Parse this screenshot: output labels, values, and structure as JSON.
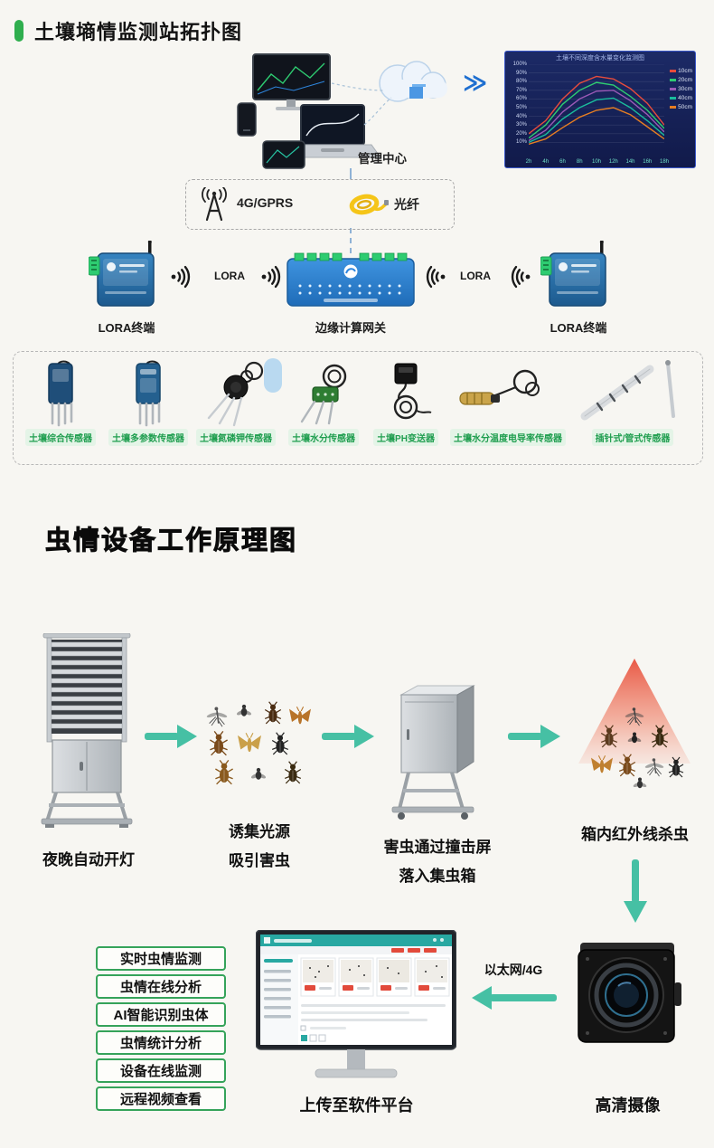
{
  "section1": {
    "title": "土壤墒情监测站拓扑图",
    "management_label": "管理中心",
    "chevron": "≫",
    "link_4g": "4G/GPRS",
    "link_fiber": "光纤",
    "lora_left_label": "LORA终端",
    "lora_right_label": "LORA终端",
    "gateway_label": "边缘计算网关",
    "lora_wave_left": "LORA",
    "lora_wave_right": "LORA",
    "sensors": [
      "土壤综合传感器",
      "土壤多参数传感器",
      "土壤氮磷钾传感器",
      "土壤水分传感器",
      "土壤PH变送器",
      "土壤水分温度电导率传感器",
      "插针式/管式传感器"
    ]
  },
  "chart_data": {
    "type": "line",
    "title": "土壤不同深度含水量变化监测图",
    "x": [
      "2h",
      "4h",
      "6h",
      "8h",
      "10h",
      "12h",
      "14h",
      "16h",
      "18h"
    ],
    "ylim": [
      0,
      100
    ],
    "yticks": [
      "100%",
      "90%",
      "80%",
      "70%",
      "60%",
      "50%",
      "40%",
      "30%",
      "20%",
      "10%"
    ],
    "legend_position": "right",
    "grid": true,
    "series": [
      {
        "name": "10cm",
        "color": "#e74c3c",
        "values": [
          20,
          35,
          60,
          78,
          86,
          83,
          72,
          55,
          30
        ]
      },
      {
        "name": "20cm",
        "color": "#2ecc71",
        "values": [
          15,
          30,
          54,
          70,
          79,
          76,
          63,
          47,
          26
        ]
      },
      {
        "name": "30cm",
        "color": "#9b59b6",
        "values": [
          12,
          24,
          45,
          60,
          69,
          70,
          58,
          42,
          22
        ]
      },
      {
        "name": "40cm",
        "color": "#1abc9c",
        "values": [
          10,
          19,
          37,
          50,
          59,
          61,
          50,
          35,
          18
        ]
      },
      {
        "name": "50cm",
        "color": "#e67e22",
        "values": [
          8,
          14,
          27,
          39,
          47,
          50,
          42,
          28,
          14
        ]
      }
    ]
  },
  "section2": {
    "title": "虫情设备工作原理图",
    "steps": {
      "step1": "夜晚自动开灯",
      "step2a": "诱集光源",
      "step2b": "吸引害虫",
      "step3a": "害虫通过撞击屏",
      "step3b": "落入集虫箱",
      "step4": "箱内红外线杀虫",
      "step5": "上传至软件平台",
      "step6": "高清摄像"
    },
    "link_label": "以太网/4G",
    "features": [
      "实时虫情监测",
      "虫情在线分析",
      "AI智能识别虫体",
      "虫情统计分析",
      "设备在线监测",
      "远程视频查看"
    ]
  },
  "colors": {
    "accent_green": "#2fae4e",
    "arrow_teal": "#46c0a4",
    "chip_green": "#1f9e4f",
    "device_blue": "#2f7ab8",
    "infrared_red": "#e8503c"
  }
}
